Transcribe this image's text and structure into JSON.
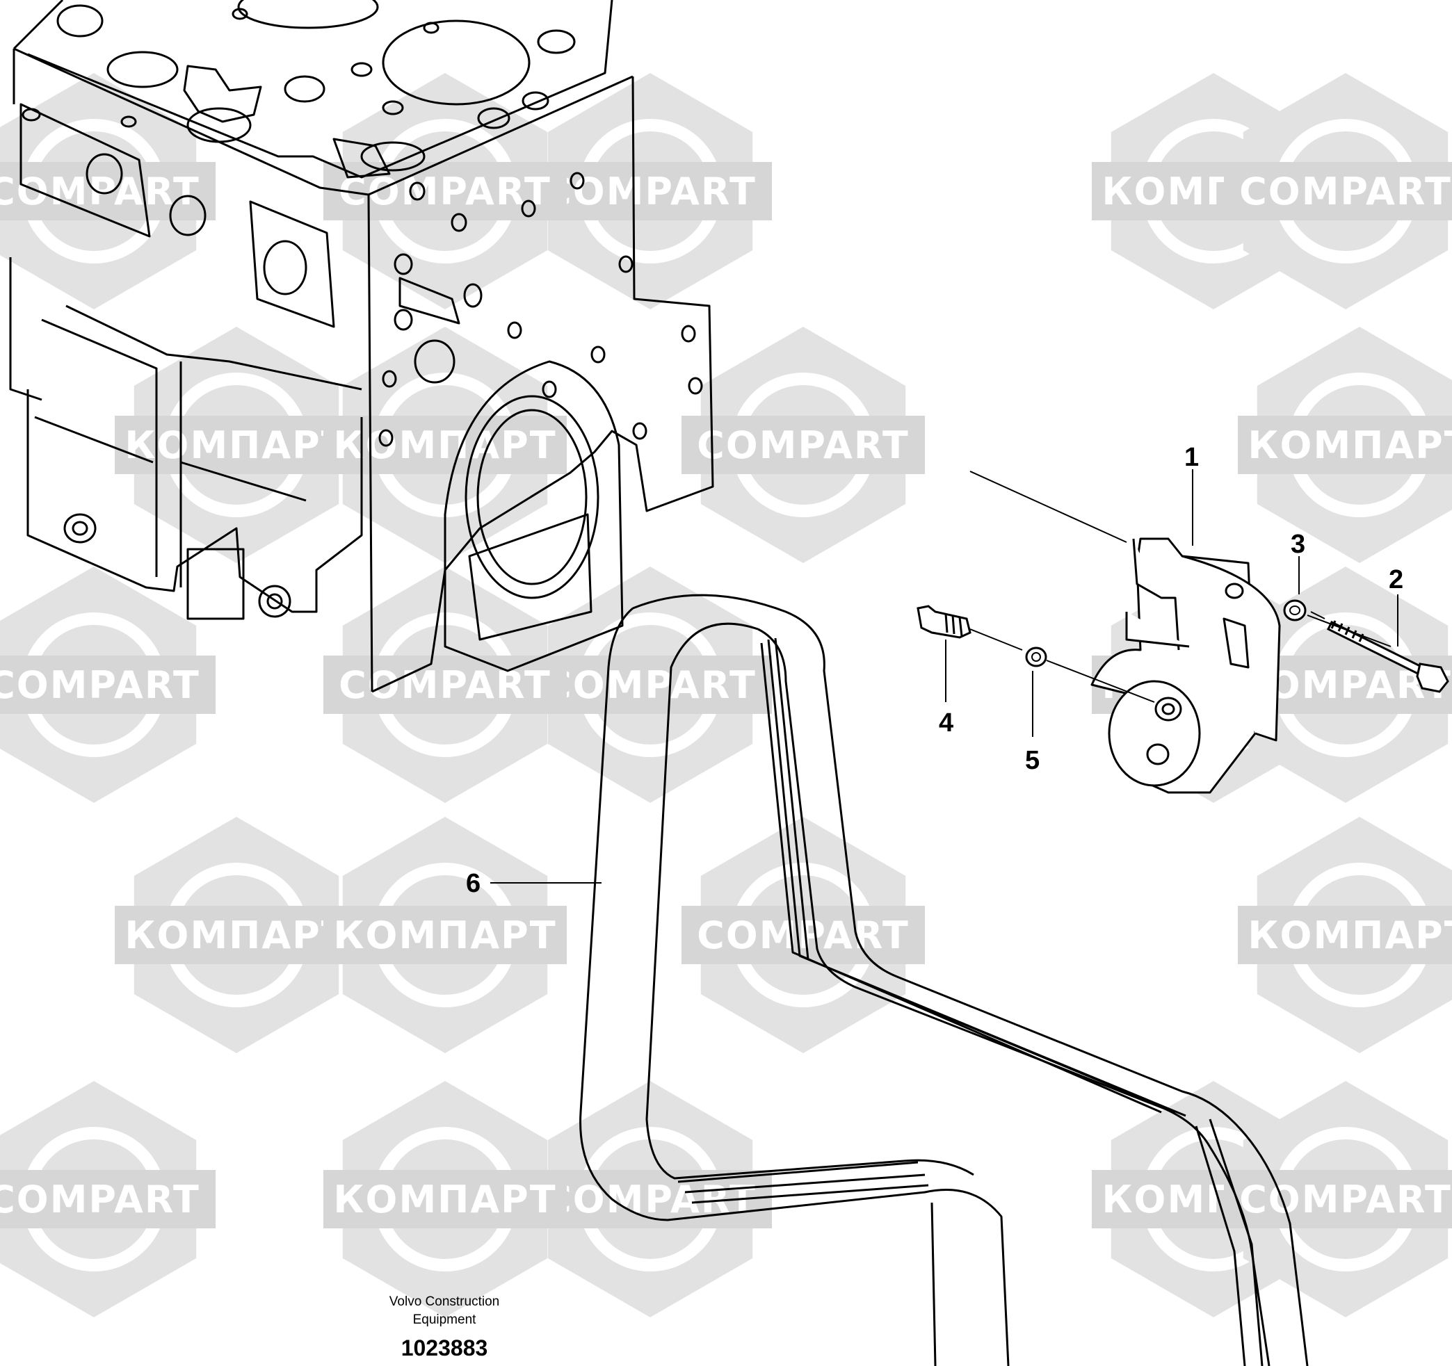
{
  "watermarks": [
    {
      "text": "COMPART"
    },
    {
      "text": "КОМПАРТ"
    }
  ],
  "callouts": [
    {
      "id": "1",
      "label": "1"
    },
    {
      "id": "2",
      "label": "2"
    },
    {
      "id": "3",
      "label": "3"
    },
    {
      "id": "4",
      "label": "4"
    },
    {
      "id": "5",
      "label": "5"
    },
    {
      "id": "6",
      "label": "6"
    }
  ],
  "footer": {
    "company_line1": "Volvo Construction",
    "company_line2": "Equipment",
    "drawing_number": "1023883"
  },
  "colors": {
    "line": "#000000",
    "watermark_hex": "#e2e2e2",
    "watermark_band": "#d6d6d6"
  }
}
